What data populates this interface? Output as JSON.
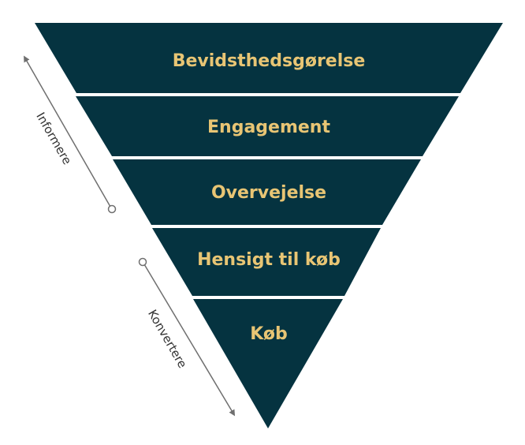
{
  "funnel": {
    "stages": [
      {
        "label": "Bevidsthedsgørelse"
      },
      {
        "label": "Engagement"
      },
      {
        "label": "Overvejelse"
      },
      {
        "label": "Hensigt til køb"
      },
      {
        "label": "Køb"
      }
    ]
  },
  "side_labels": {
    "upper": "Informere",
    "lower": "Konvertere"
  },
  "colors": {
    "stage_fill": "#053340",
    "stage_text": "#e8c574",
    "arrow": "#6f6f6f",
    "side_text": "#333333"
  }
}
